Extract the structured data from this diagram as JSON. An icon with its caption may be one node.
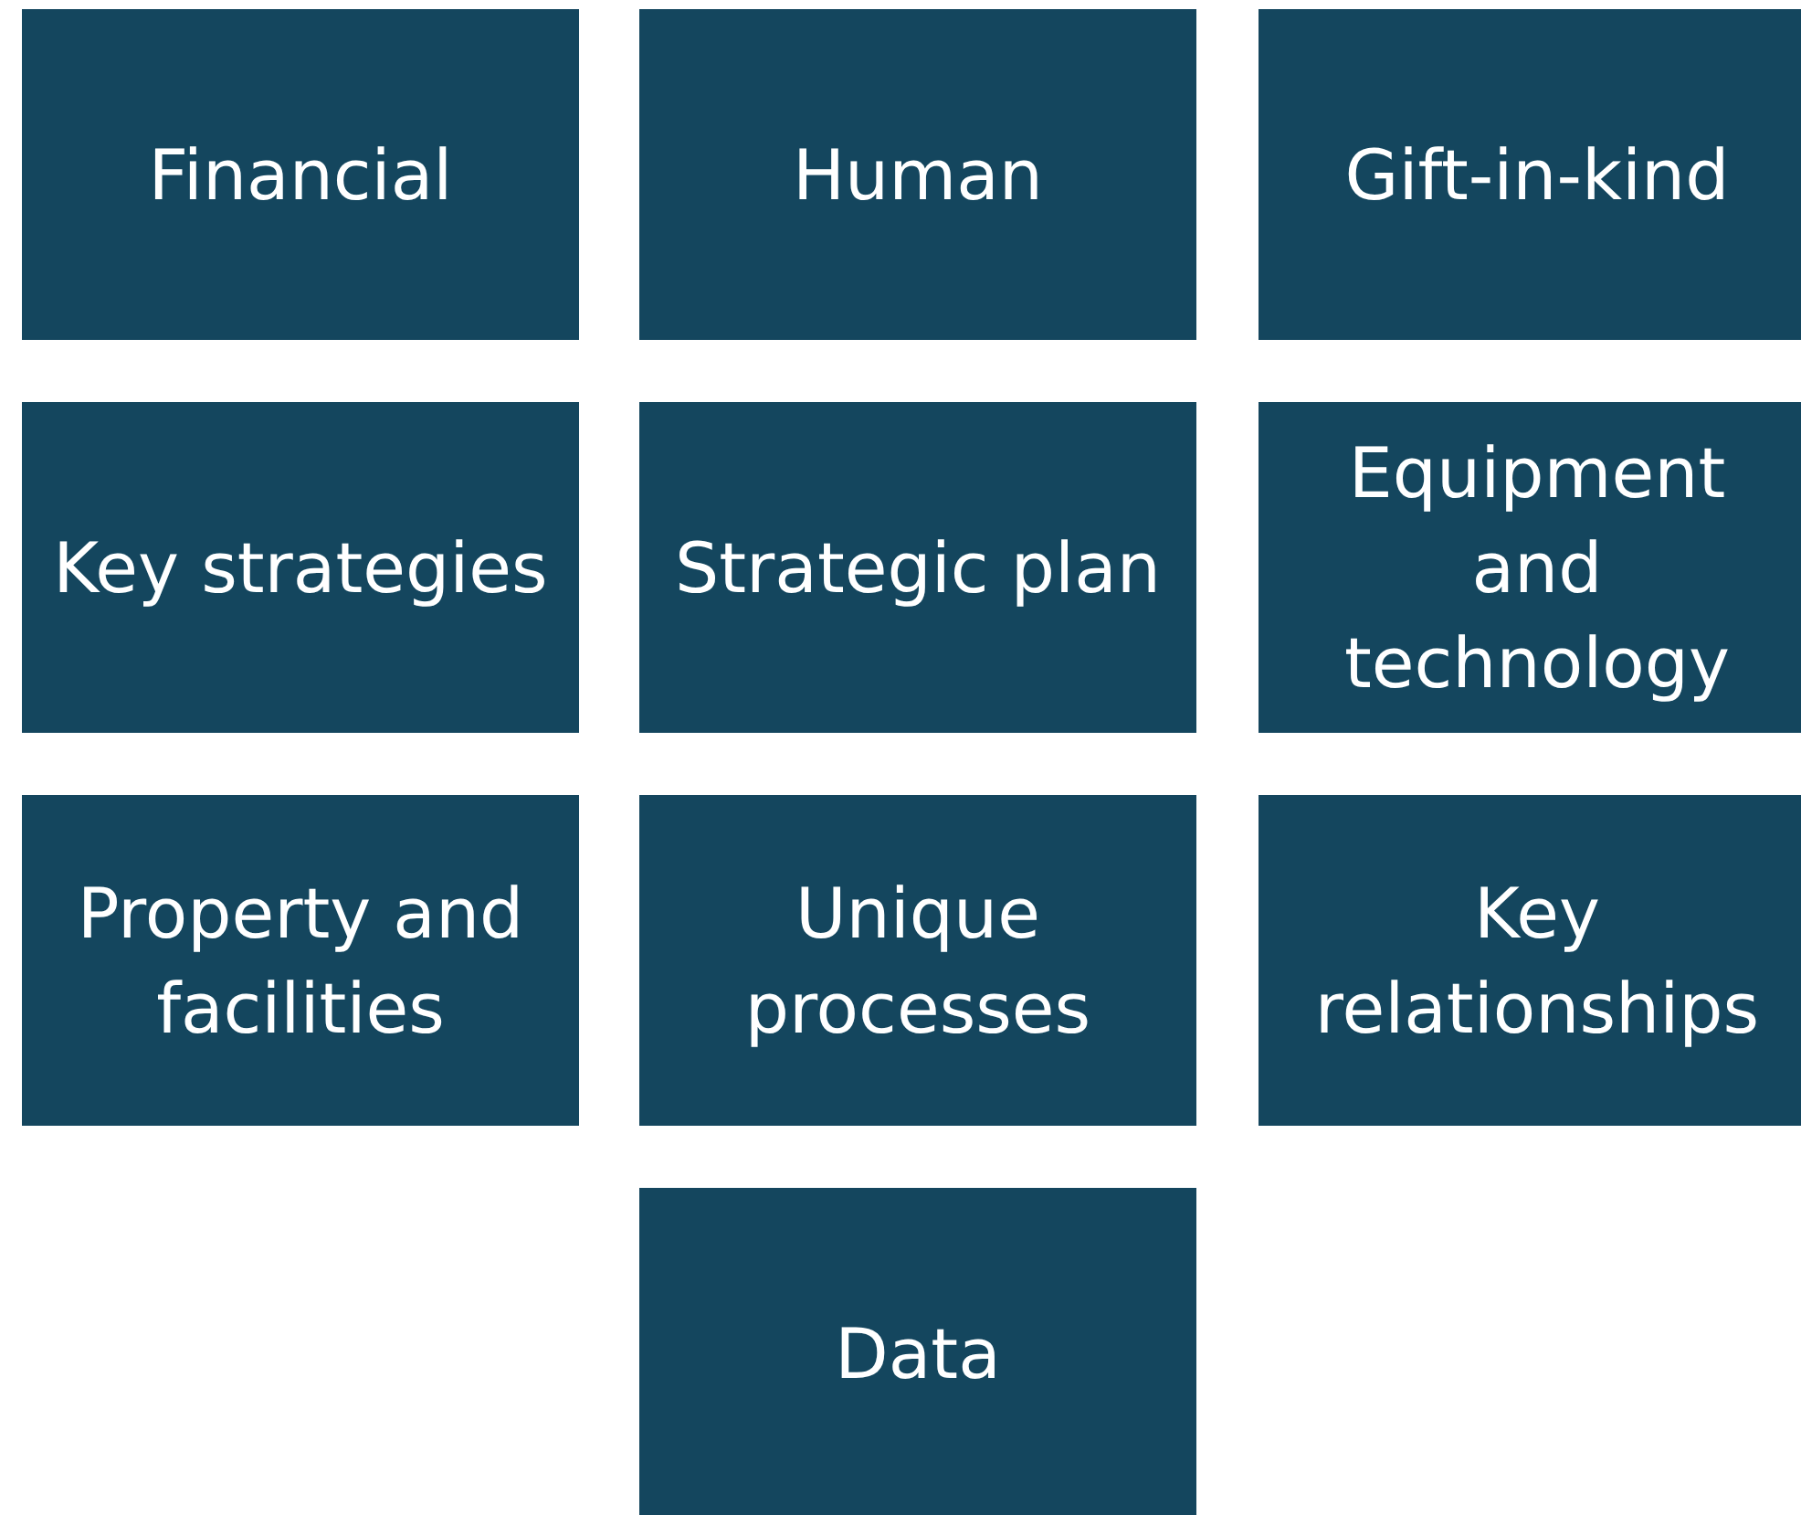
{
  "diagram": {
    "nodes": [
      {
        "text": [
          "Financial"
        ]
      },
      {
        "text": [
          "Human"
        ]
      },
      {
        "text": [
          "Gift-in-kind"
        ]
      },
      {
        "text": [
          "Key strategies"
        ]
      },
      {
        "text": [
          "Strategic plan"
        ]
      },
      {
        "text": [
          "Equipment and technology"
        ]
      },
      {
        "text": [
          "Property and facilities"
        ]
      },
      {
        "text": [
          "Unique processes"
        ]
      },
      {
        "text": [
          "Key relationships"
        ]
      },
      {
        "text": [
          "Data"
        ]
      }
    ]
  }
}
